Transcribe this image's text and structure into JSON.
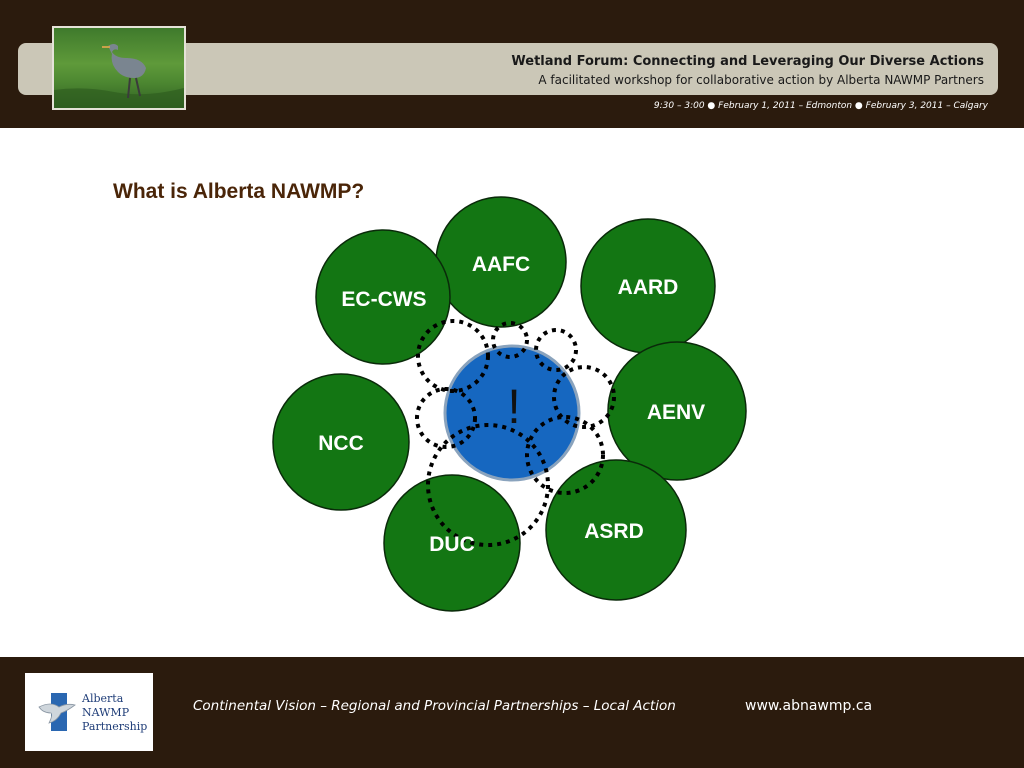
{
  "header": {
    "title": "Wetland Forum: Connecting and Leveraging Our Diverse Actions",
    "subtitle": "A facilitated workshop for collaborative action by Alberta NAWMP Partners",
    "dates": "9:30 – 3:00 ● February 1, 2011 – Edmonton ● February 3, 2011 – Calgary",
    "photo_icon": "heron-photo"
  },
  "slide": {
    "title": "What is Alberta NAWMP?"
  },
  "diagram": {
    "partners": [
      "AAFC",
      "AARD",
      "EC-CWS",
      "AENV",
      "NCC",
      "ASRD",
      "DUC"
    ],
    "center_label": "!",
    "colors": {
      "partner_fill": "#137613",
      "center_fill": "#1667c0",
      "center_stroke": "#8aa3bd",
      "dotted_stroke": "#000000"
    }
  },
  "footer": {
    "logo_lines": [
      "Alberta",
      "NAWMP",
      "Partnership"
    ],
    "tagline": "Continental Vision – Regional and Provincial Partnerships – Local Action",
    "website": "www.abnawmp.ca"
  }
}
